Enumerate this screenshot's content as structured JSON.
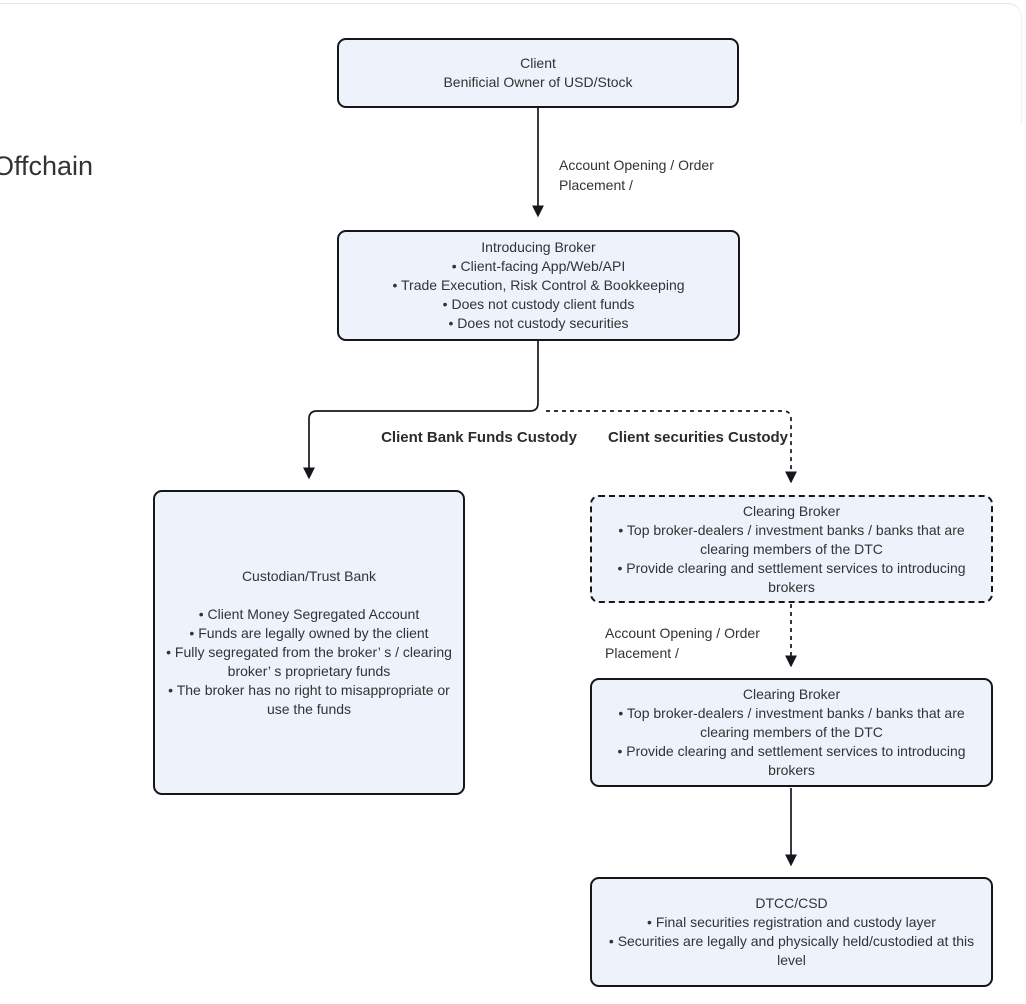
{
  "page": {
    "offchain_label": "Offchain"
  },
  "nodes": {
    "client": {
      "title": "Client",
      "subtitle": "Benificial Owner of USD/Stock"
    },
    "introducing_broker": {
      "title": "Introducing Broker",
      "bullets": [
        "Client-facing App/Web/API",
        "Trade Execution, Risk Control & Bookkeeping",
        "Does not custody client funds",
        "Does not custody securities"
      ]
    },
    "custodian": {
      "title": "Custodian/Trust Bank",
      "bullets": [
        "Client Money Segregated Account",
        "Funds are legally owned by the client",
        "Fully segregated from the broker’ s / clearing broker’ s proprietary funds",
        "The broker has no right to misappropriate or use the funds"
      ]
    },
    "clearing_broker_1": {
      "title": "Clearing Broker",
      "bullets": [
        "Top broker-dealers / investment banks / banks that are clearing members of the DTC",
        "Provide clearing and settlement services to introducing brokers"
      ]
    },
    "clearing_broker_2": {
      "title": "Clearing Broker",
      "bullets": [
        "Top broker-dealers / investment banks / banks that are clearing members of the DTC",
        "Provide clearing and settlement services to introducing brokers"
      ]
    },
    "dtcc": {
      "title": "DTCC/CSD",
      "bullets": [
        "Final securities registration and custody layer",
        "Securities are legally and physically held/custodied at this level"
      ]
    }
  },
  "edges": {
    "client_to_introducing_label": "Account Opening / Order Placement /",
    "clearing_to_clearing_label": "Account Opening / Order Placement /",
    "funds_branch_label": "Client Bank Funds Custody",
    "securities_branch_label": "Client securities Custody"
  },
  "colors": {
    "node_fill": "#edf2fb",
    "node_border": "#16161d",
    "line": "#16161d",
    "text": "#333333",
    "panel_border": "#e5e6e8"
  }
}
